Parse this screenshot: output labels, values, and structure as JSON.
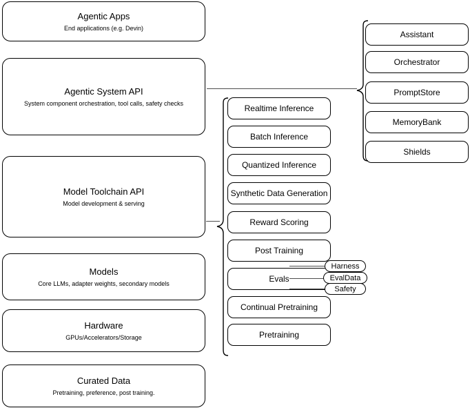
{
  "diagram": {
    "title": "LLM stack layered architecture",
    "stroke_color": "#000000",
    "connector_color": "#4d4d4d",
    "background": "#ffffff"
  },
  "layers": [
    {
      "id": "agentic-apps",
      "title": "Agentic Apps",
      "subtitle": "End applications (e.g. Devin)"
    },
    {
      "id": "agentic-system-api",
      "title": "Agentic System API",
      "subtitle": "System component orchestration, tool calls, safety checks"
    },
    {
      "id": "model-toolchain-api",
      "title": "Model Toolchain API",
      "subtitle": "Model development & serving"
    },
    {
      "id": "models",
      "title": "Models",
      "subtitle": "Core LLMs, adapter weights, secondary models"
    },
    {
      "id": "hardware",
      "title": "Hardware",
      "subtitle": "GPUs/Accelerators/Storage"
    },
    {
      "id": "curated-data",
      "title": "Curated Data",
      "subtitle": "Pretraining, preference, post training."
    }
  ],
  "toolchain_capabilities": [
    {
      "id": "realtime-inference",
      "label": "Realtime Inference"
    },
    {
      "id": "batch-inference",
      "label": "Batch Inference"
    },
    {
      "id": "quantized-inference",
      "label": "Quantized Inference"
    },
    {
      "id": "synthetic-data-generation",
      "label": "Synthetic Data Generation"
    },
    {
      "id": "reward-scoring",
      "label": "Reward Scoring"
    },
    {
      "id": "post-training",
      "label": "Post Training"
    },
    {
      "id": "evals",
      "label": "Evals"
    },
    {
      "id": "continual-pretraining",
      "label": "Continual Pretraining"
    },
    {
      "id": "pretraining",
      "label": "Pretraining"
    }
  ],
  "system_components": [
    {
      "id": "assistant",
      "label": "Assistant"
    },
    {
      "id": "orchestrator",
      "label": "Orchestrator"
    },
    {
      "id": "promptstore",
      "label": "PromptStore"
    },
    {
      "id": "memorybank",
      "label": "MemoryBank"
    },
    {
      "id": "shields",
      "label": "Shields"
    }
  ],
  "evals_pills": [
    {
      "id": "harness",
      "label": "Harness"
    },
    {
      "id": "evaldata",
      "label": "EvalData"
    },
    {
      "id": "safety",
      "label": "Safety"
    }
  ]
}
